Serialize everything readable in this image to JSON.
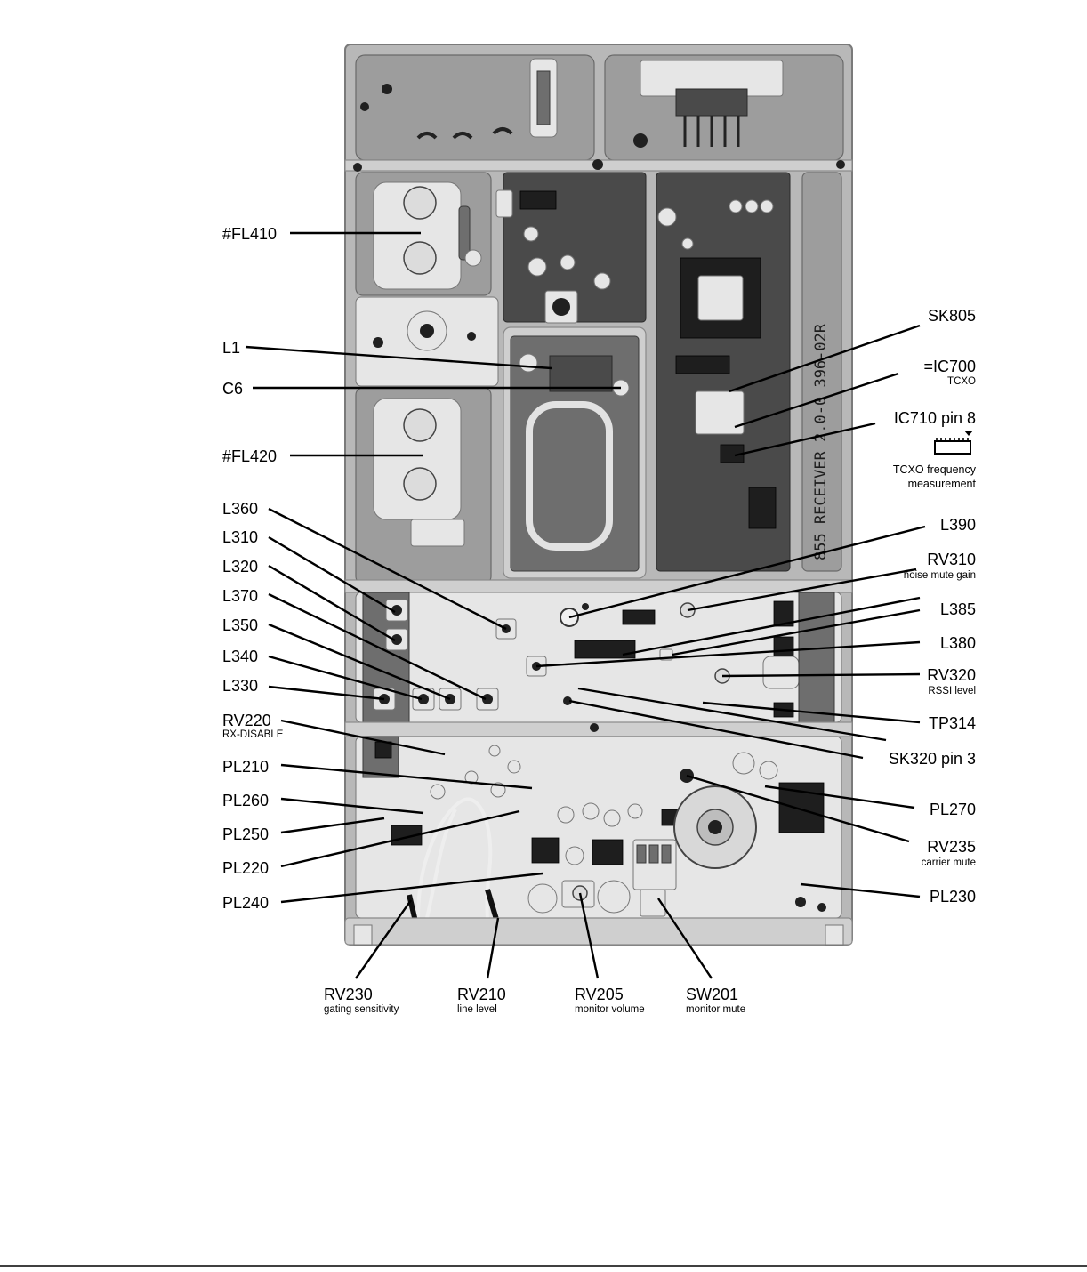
{
  "callouts": {
    "fl410": "#FL410",
    "l1": "L1",
    "c6": "C6",
    "fl420": "#FL420",
    "sk805": "SK805",
    "ic700": "=IC700",
    "ic700_sub": "TCXO",
    "ic710": "IC710 pin 8",
    "tcxo_caption_1": "TCXO frequency",
    "tcxo_caption_2": "measurement",
    "l360": "L360",
    "l310": "L310",
    "l320": "L320",
    "l370": "L370",
    "l350": "L350",
    "l340": "L340",
    "l330": "L330",
    "l390": "L390",
    "rv310": "RV310",
    "rv310_sub": "noise mute gain",
    "l385": "L385",
    "l380": "L380",
    "rv320": "RV320",
    "rv320_sub": "RSSI level",
    "tp314": "TP314",
    "sk320": "SK320 pin 3",
    "rv220": "RV220",
    "rv220_sub": "RX-DISABLE",
    "pl210": "PL210",
    "pl260": "PL260",
    "pl250": "PL250",
    "pl220": "PL220",
    "pl240": "PL240",
    "pl270": "PL270",
    "rv235": "RV235",
    "rv235_sub": "carrier mute",
    "pl230": "PL230",
    "rv230": "RV230",
    "rv230_sub": "gating sensitivity",
    "rv210": "RV210",
    "rv210_sub": "line level",
    "rv205": "RV205",
    "rv205_sub": "monitor volume",
    "sw201": "SW201",
    "sw201_sub": "monitor mute"
  },
  "board_marking": "855 RECEIVER 2.0-0 396-02R"
}
